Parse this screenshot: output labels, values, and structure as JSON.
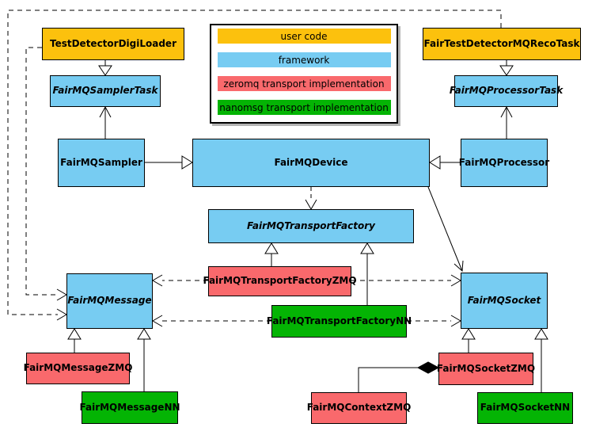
{
  "colors": {
    "user_code": "#fcc10d",
    "framework": "#77ccf2",
    "zeromq": "#f9696c",
    "nanomsg": "#04b404",
    "line": "#000000",
    "legend_shadow": "#b3b3b3"
  },
  "legend": {
    "items": [
      {
        "label": "user code",
        "kind": "user_code"
      },
      {
        "label": "framework",
        "kind": "framework"
      },
      {
        "label": "zeromq transport implementation",
        "kind": "zeromq"
      },
      {
        "label": "nanomsg transport implementation",
        "kind": "nanomsg"
      }
    ]
  },
  "nodes": [
    {
      "id": "TestDetectorDigiLoader",
      "label": "TestDetectorDigiLoader",
      "kind": "user_code",
      "abstract": false
    },
    {
      "id": "FairTestDetectorMQRecoTask",
      "label": "FairTestDetectorMQRecoTask",
      "kind": "user_code",
      "abstract": false
    },
    {
      "id": "FairMQSamplerTask",
      "label": "FairMQSamplerTask",
      "kind": "framework",
      "abstract": true
    },
    {
      "id": "FairMQProcessorTask",
      "label": "FairMQProcessorTask",
      "kind": "framework",
      "abstract": true
    },
    {
      "id": "FairMQSampler",
      "label": "FairMQSampler",
      "kind": "framework",
      "abstract": false
    },
    {
      "id": "FairMQDevice",
      "label": "FairMQDevice",
      "kind": "framework",
      "abstract": false
    },
    {
      "id": "FairMQProcessor",
      "label": "FairMQProcessor",
      "kind": "framework",
      "abstract": false
    },
    {
      "id": "FairMQTransportFactory",
      "label": "FairMQTransportFactory",
      "kind": "framework",
      "abstract": true
    },
    {
      "id": "FairMQTransportFactoryZMQ",
      "label": "FairMQTransportFactoryZMQ",
      "kind": "zeromq",
      "abstract": false
    },
    {
      "id": "FairMQTransportFactoryNN",
      "label": "FairMQTransportFactoryNN",
      "kind": "nanomsg",
      "abstract": false
    },
    {
      "id": "FairMQMessage",
      "label": "FairMQMessage",
      "kind": "framework",
      "abstract": true
    },
    {
      "id": "FairMQSocket",
      "label": "FairMQSocket",
      "kind": "framework",
      "abstract": true
    },
    {
      "id": "FairMQMessageZMQ",
      "label": "FairMQMessageZMQ",
      "kind": "zeromq",
      "abstract": false
    },
    {
      "id": "FairMQMessageNN",
      "label": "FairMQMessageNN",
      "kind": "nanomsg",
      "abstract": false
    },
    {
      "id": "FairMQContextZMQ",
      "label": "FairMQContextZMQ",
      "kind": "zeromq",
      "abstract": false
    },
    {
      "id": "FairMQSocketZMQ",
      "label": "FairMQSocketZMQ",
      "kind": "zeromq",
      "abstract": false
    },
    {
      "id": "FairMQSocketNN",
      "label": "FairMQSocketNN",
      "kind": "nanomsg",
      "abstract": false
    }
  ],
  "edges": [
    {
      "from": "TestDetectorDigiLoader",
      "to": "FairMQSamplerTask",
      "type": "inheritance"
    },
    {
      "from": "FairTestDetectorMQRecoTask",
      "to": "FairMQProcessorTask",
      "type": "inheritance"
    },
    {
      "from": "FairMQSampler",
      "to": "FairMQSamplerTask",
      "type": "association"
    },
    {
      "from": "FairMQProcessor",
      "to": "FairMQProcessorTask",
      "type": "association"
    },
    {
      "from": "FairMQSampler",
      "to": "FairMQDevice",
      "type": "inheritance"
    },
    {
      "from": "FairMQProcessor",
      "to": "FairMQDevice",
      "type": "inheritance"
    },
    {
      "from": "FairMQDevice",
      "to": "FairMQTransportFactory",
      "type": "dependency"
    },
    {
      "from": "FairMQDevice",
      "to": "FairMQSocket",
      "type": "association"
    },
    {
      "from": "FairMQTransportFactoryZMQ",
      "to": "FairMQTransportFactory",
      "type": "inheritance"
    },
    {
      "from": "FairMQTransportFactoryNN",
      "to": "FairMQTransportFactory",
      "type": "inheritance"
    },
    {
      "from": "FairMQTransportFactoryZMQ",
      "to": "FairMQMessage",
      "type": "dependency"
    },
    {
      "from": "FairMQTransportFactoryZMQ",
      "to": "FairMQSocket",
      "type": "dependency"
    },
    {
      "from": "FairMQTransportFactoryNN",
      "to": "FairMQMessage",
      "type": "dependency"
    },
    {
      "from": "FairMQTransportFactoryNN",
      "to": "FairMQSocket",
      "type": "dependency"
    },
    {
      "from": "TestDetectorDigiLoader",
      "to": "FairMQMessage",
      "type": "dependency"
    },
    {
      "from": "FairTestDetectorMQRecoTask",
      "to": "FairMQMessage",
      "type": "dependency"
    },
    {
      "from": "FairMQMessageZMQ",
      "to": "FairMQMessage",
      "type": "inheritance"
    },
    {
      "from": "FairMQMessageNN",
      "to": "FairMQMessage",
      "type": "inheritance"
    },
    {
      "from": "FairMQSocketZMQ",
      "to": "FairMQSocket",
      "type": "inheritance"
    },
    {
      "from": "FairMQSocketNN",
      "to": "FairMQSocket",
      "type": "inheritance"
    },
    {
      "from": "FairMQSocketZMQ",
      "to": "FairMQContextZMQ",
      "type": "composition"
    }
  ]
}
